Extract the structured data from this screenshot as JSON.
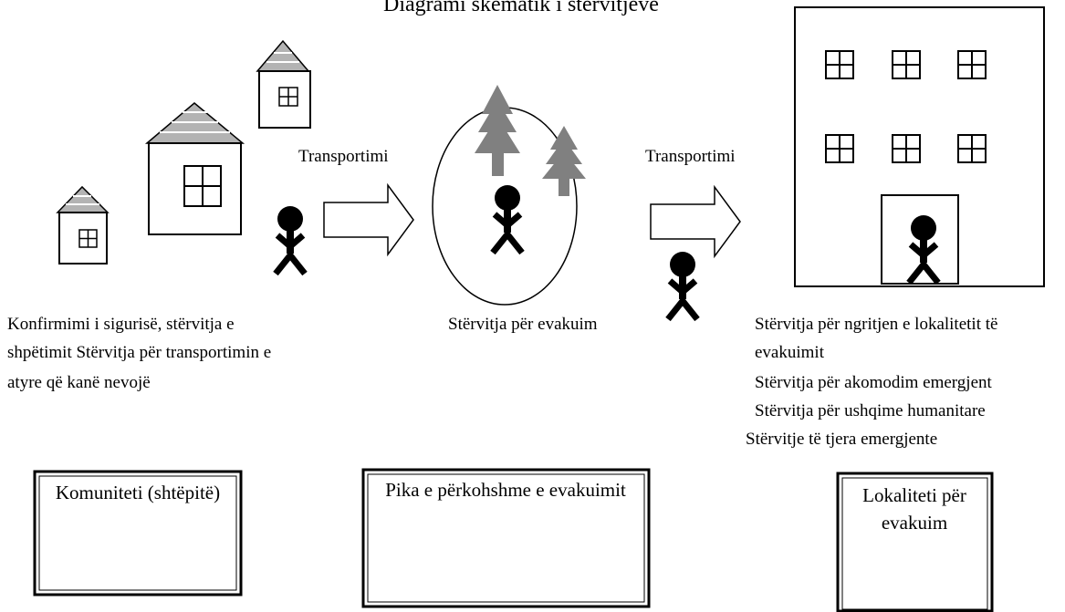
{
  "title": "Diagrami skematik i stërvitjeve",
  "arrows": [
    {
      "label": "Transportimi"
    },
    {
      "label": "Transportimi"
    }
  ],
  "left_caption": [
    "Konfirmimi i sigurisë, stërvitja e",
    "shpëtimit Stërvitja për transportimin e",
    "atyre që kanë nevojë"
  ],
  "middle_caption": "Stërvitja për evakuim",
  "right_caption": [
    "Stërvitja për ngritjen e lokalitetit të",
    "evakuimit",
    "Stërvitja për akomodim emergjent",
    "Stërvitja për ushqime humanitare",
    "Stërvitje të tjera emergjente"
  ],
  "boxes": [
    {
      "label": "Komuniteti (shtëpitë)"
    },
    {
      "label": "Pika e përkohshme e evakuimit"
    },
    {
      "label": "Lokaliteti për evakuim"
    }
  ],
  "colors": {
    "roof": "#b3b3b3",
    "tree": "#808080",
    "ink": "#000000"
  },
  "icons": [
    "house-icon",
    "tree-icon",
    "person-icon",
    "right-arrow-icon",
    "building-icon"
  ]
}
